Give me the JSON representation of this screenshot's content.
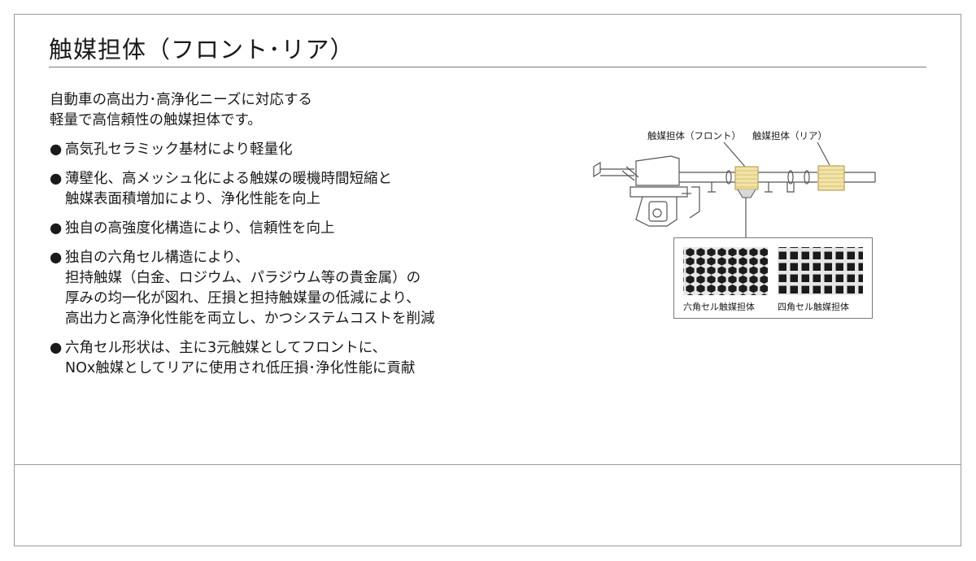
{
  "title": "触媒担体（フロント･リア）",
  "intro": {
    "line1": "自動車の高出力･高浄化ニーズに対応する",
    "line2": "軽量で高信頼性の触媒担体です。"
  },
  "bullets": [
    {
      "symbol": "●",
      "lines": [
        "高気孔セラミック基材により軽量化"
      ]
    },
    {
      "symbol": "●",
      "lines": [
        "薄壁化、高メッシュ化による触媒の暖機時間短縮と",
        "触媒表面積増加により、浄化性能を向上"
      ]
    },
    {
      "symbol": "●",
      "lines": [
        "独自の高強度化構造により、信頼性を向上"
      ]
    },
    {
      "symbol": "●",
      "lines": [
        "独自の六角セル構造により、",
        "担持触媒（白金、ロジウム、パラジウム等の貴金属）の",
        "厚みの均一化が図れ、圧損と担持触媒量の低減により、",
        "高出力と高浄化性能を両立し、かつシステムコストを削減"
      ]
    },
    {
      "symbol": "●",
      "lines": [
        "六角セル形状は、主に3元触媒としてフロントに、",
        "NOx触媒としてリアに使用され低圧損･浄化性能に貢献"
      ]
    }
  ],
  "diagram": {
    "label_front": "触媒担体（フロント）",
    "label_rear": "触媒担体（リア）",
    "caption_hex": "六角セル触媒担体",
    "caption_square": "四角セル触媒担体",
    "colors": {
      "catalyst_fill": "#f2e3a6",
      "catalyst_stroke": "#b8a25a",
      "line": "#555555"
    }
  }
}
